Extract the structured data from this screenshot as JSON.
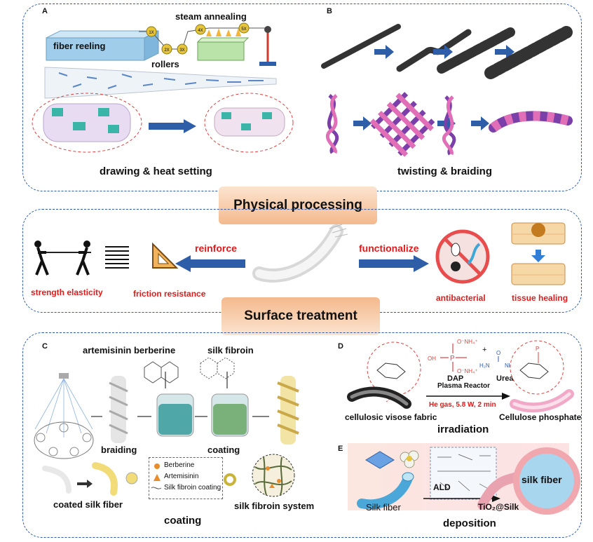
{
  "colors": {
    "panel_border": "#2e5aa8",
    "banner_top": "#fbe4cf",
    "banner_bottom": "#f4b98d",
    "arrow_blue": "#2f5ea8",
    "highlight_red": "#e01b1b",
    "purple": "#7a3fa8",
    "pink": "#e06fb8",
    "cellulose_pink": "#f2a9c8"
  },
  "panel_a": {
    "label": "A",
    "fiber_reeling": "fiber reeling",
    "steam_annealing": "steam annealing",
    "rollers": "rollers",
    "caption": "drawing & heat setting",
    "roller_speeds": [
      "1X",
      "2X",
      "3X",
      "4X",
      "5X"
    ]
  },
  "panel_b": {
    "label": "B",
    "caption": "twisting & braiding"
  },
  "center": {
    "physical": "Physical processing",
    "surface": "Surface treatment",
    "reinforce": "reinforce",
    "functionalize": "functionalize",
    "strength": "strength elasticity",
    "friction": "friction resistance",
    "antibacterial": "antibacterial",
    "tissue": "tissue healing"
  },
  "panel_c": {
    "label": "C",
    "artemisinin_berberine": "artemisinin berberine",
    "silk_fibroin": "silk fibroin",
    "braiding": "braiding",
    "coating_step": "coating",
    "coated_silk_fiber": "coated silk fiber",
    "legend": {
      "berberine": "Berberine",
      "artemisinin": "Artemisinin",
      "fibroin_coating": "Silk fibroin coating"
    },
    "silk_fibroin_system": "silk fibroin system",
    "caption": "coating"
  },
  "panel_d": {
    "label": "D",
    "dap": "DAP",
    "urea": "Urea",
    "plasma": "Plasma Reactor",
    "conditions": "He gas, 5.8 W, 2 min",
    "fabric": "cellulosic visose fabric",
    "product": "Cellulose phosphate",
    "caption": "irradiation"
  },
  "panel_e": {
    "label": "E",
    "silk_fiber_label": "Silk fiber",
    "ald": "ALD",
    "tio2_silk": "TiO₂@Silk",
    "silk_fiber_circle": "silk fiber",
    "caption": "deposition"
  }
}
